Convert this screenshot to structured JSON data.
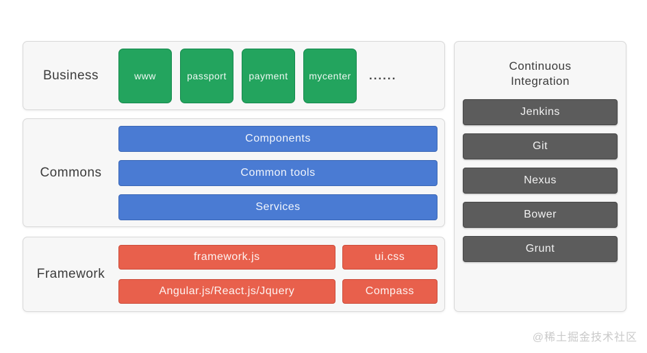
{
  "colors": {
    "business_green": "#23A45E",
    "commons_blue": "#4A7BD3",
    "framework_red": "#E8604C",
    "ci_gray": "#5C5C5C",
    "panel_bg": "#F7F7F7",
    "panel_border": "#D8D8D8"
  },
  "business": {
    "label": "Business",
    "apps": [
      "www",
      "passport",
      "payment",
      "mycenter"
    ],
    "ellipsis": "......"
  },
  "commons": {
    "label": "Commons",
    "bars": [
      "Components",
      "Common tools",
      "Services"
    ]
  },
  "framework": {
    "label": "Framework",
    "bars": [
      "framework.js",
      "ui.css",
      "Angular.js/React.js/Jquery",
      "Compass"
    ]
  },
  "ci": {
    "title": "Continuous\nIntegration",
    "tools": [
      "Jenkins",
      "Git",
      "Nexus",
      "Bower",
      "Grunt"
    ]
  },
  "watermark": "@稀土掘金技术社区"
}
